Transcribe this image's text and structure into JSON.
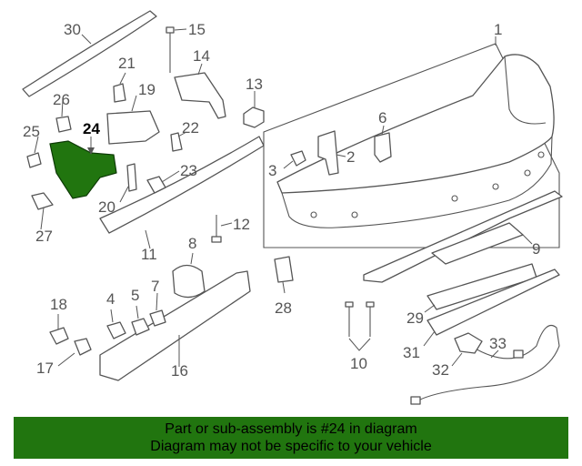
{
  "diagram": {
    "callouts": [
      "1",
      "2",
      "3",
      "4",
      "5",
      "6",
      "7",
      "8",
      "9",
      "10",
      "11",
      "12",
      "13",
      "14",
      "15",
      "16",
      "17",
      "18",
      "19",
      "20",
      "21",
      "22",
      "23",
      "24",
      "25",
      "26",
      "27",
      "28",
      "29",
      "30",
      "31",
      "32",
      "33"
    ],
    "highlighted_part": "24",
    "highlight_color": "#21750f"
  },
  "banner": {
    "line1": "Part or sub-assembly is #24 in diagram",
    "line2": "Diagram may not be specific to your vehicle",
    "background": "#21750f"
  }
}
